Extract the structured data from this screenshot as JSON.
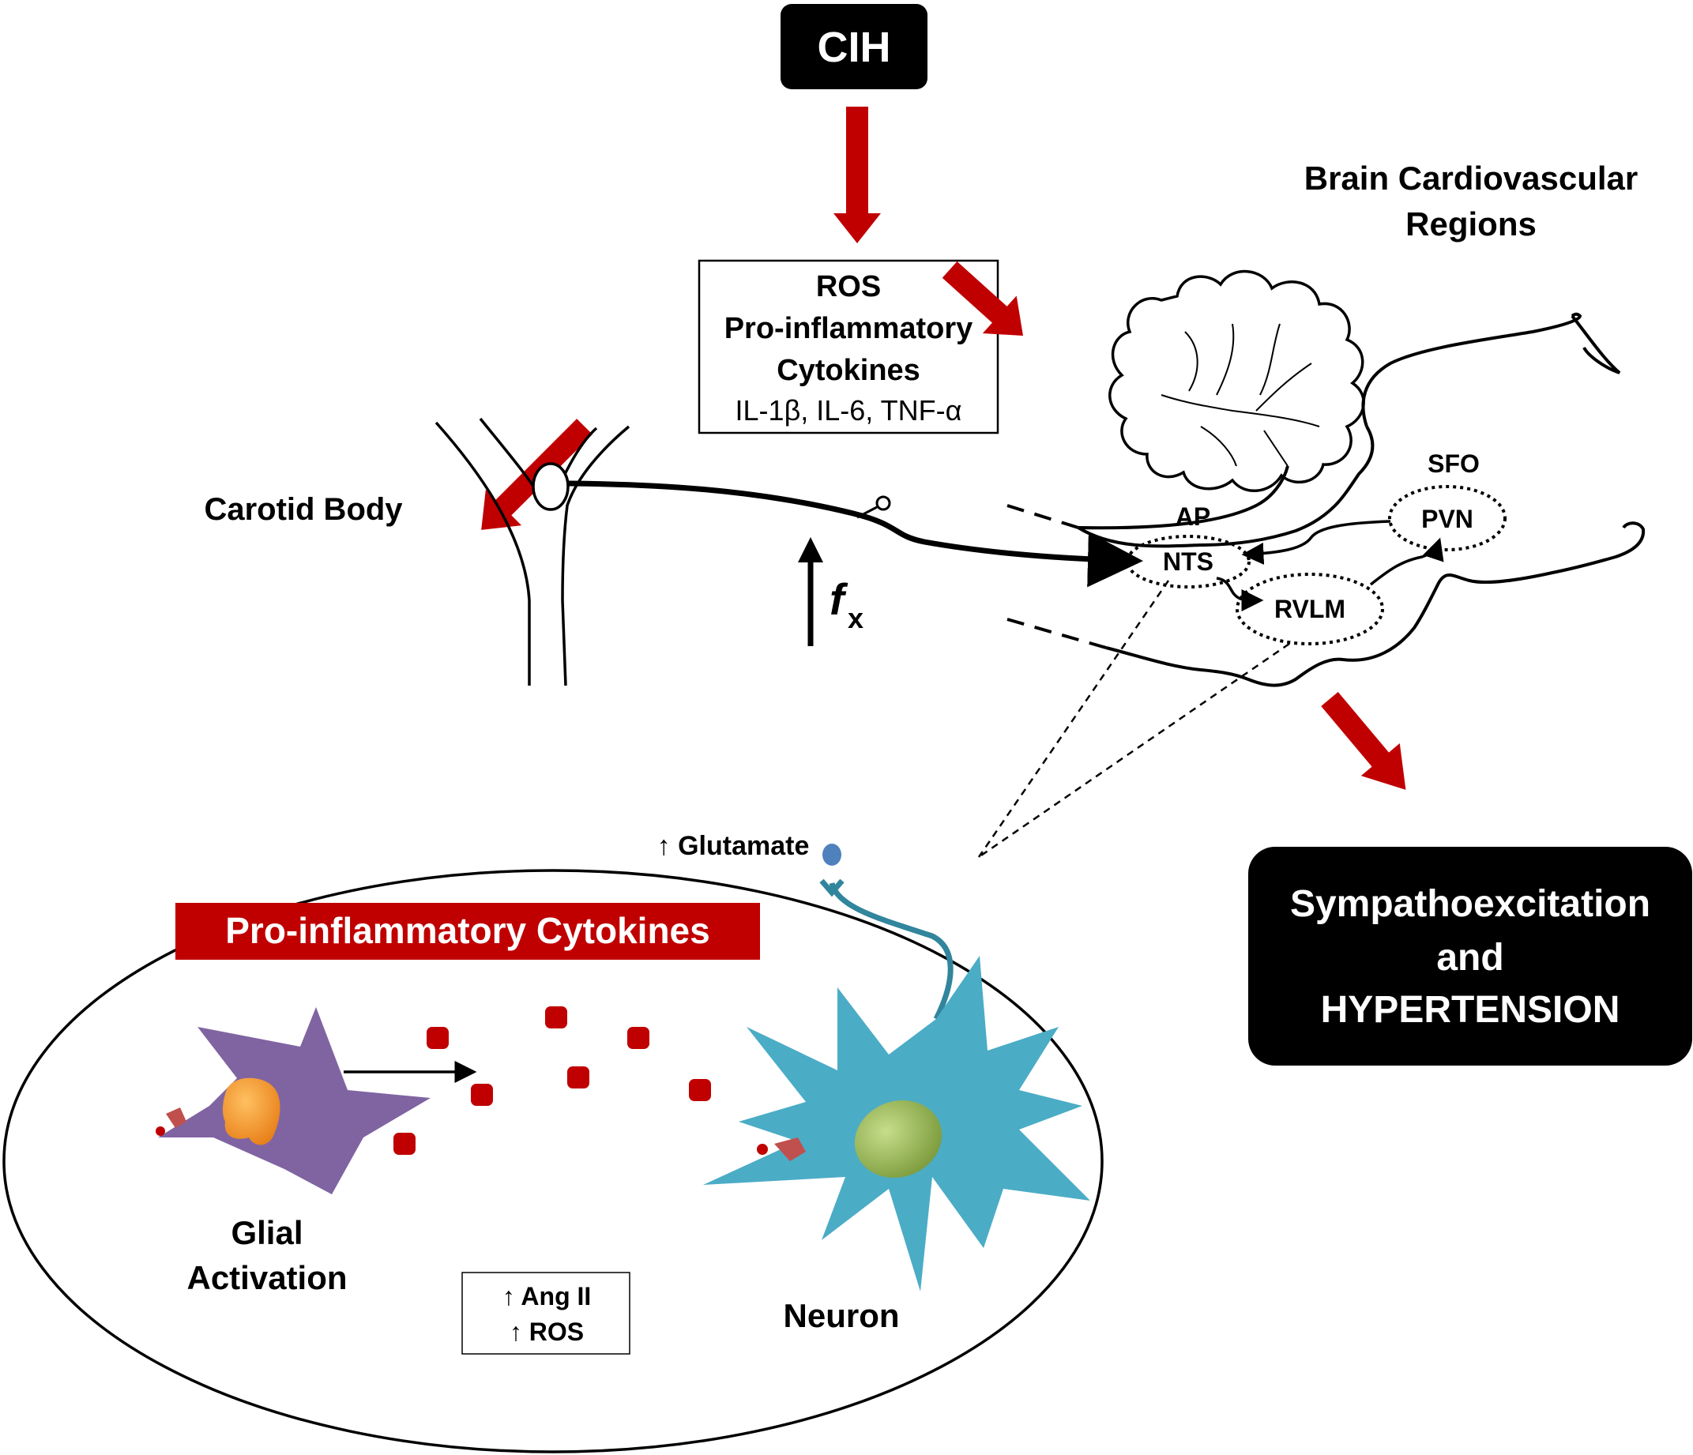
{
  "cih": {
    "label": "CIH"
  },
  "mediators": {
    "line1": "ROS",
    "line2": "Pro-inflammatory",
    "line3": "Cytokines",
    "line4": "IL-1β, IL-6, TNF-α"
  },
  "brain": {
    "title_line1": "Brain Cardiovascular",
    "title_line2": "Regions",
    "regions": {
      "sfo": "SFO",
      "pvn": "PVN",
      "ap": "AP",
      "nts": "NTS",
      "rvlm": "RVLM"
    }
  },
  "carotid": {
    "label": "Carotid Body"
  },
  "frequency": {
    "symbol": "f",
    "subscript": "x"
  },
  "outcome": {
    "line1": "Sympathoexcitation",
    "line2": "and",
    "line3": "HYPERTENSION"
  },
  "inset": {
    "banner": "Pro-inflammatory Cytokines",
    "glutamate": "↑ Glutamate",
    "glial_line1": "Glial",
    "glial_line2": "Activation",
    "neuron": "Neuron",
    "box_line1": "↑  Ang II",
    "box_line2": "↑ ROS"
  },
  "colors": {
    "arrow_red": "#c00000",
    "box_black": "#000000",
    "glia_purple": "#8064a2",
    "glia_nucleus_orange": "#f79646",
    "neuron_teal": "#4bacc6",
    "neuron_nucleus_green": "#9bbb59",
    "cytokine_red": "#c00000",
    "glutamate_blue": "#4f81bd"
  }
}
